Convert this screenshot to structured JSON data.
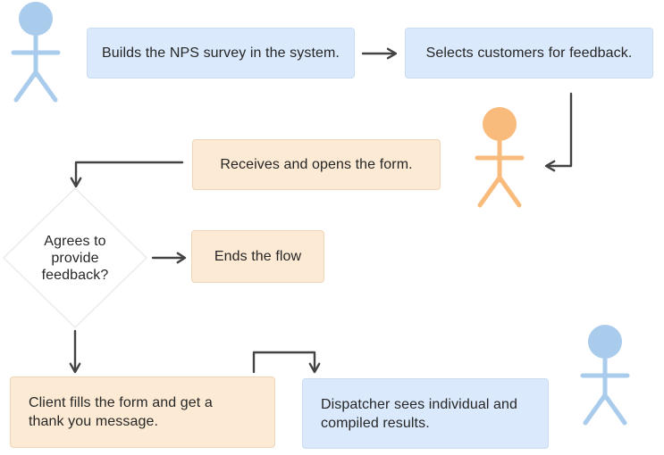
{
  "flowchart": {
    "nodes": {
      "build_survey": {
        "label": "Builds the NPS survey in the system.",
        "type": "process",
        "scheme": "blue"
      },
      "select_customers": {
        "label": "Selects customers for feedback.",
        "type": "process",
        "scheme": "blue"
      },
      "receive_form": {
        "label": "Receives and opens the form.",
        "type": "process",
        "scheme": "orange"
      },
      "decision": {
        "label": "Agrees to\nprovide\nfeedback?",
        "type": "decision",
        "scheme": "white"
      },
      "end_flow": {
        "label": "Ends the flow",
        "type": "process",
        "scheme": "orange"
      },
      "client_fills": {
        "label": "Client fills the form and get a\nthank you message.",
        "type": "process",
        "scheme": "orange"
      },
      "dispatcher_results": {
        "label": "Dispatcher sees individual and\ncompiled results.",
        "type": "process",
        "scheme": "blue"
      }
    },
    "actors": [
      {
        "name": "dispatcher-top-left",
        "scheme": "blue"
      },
      {
        "name": "client-middle",
        "scheme": "orange"
      },
      {
        "name": "dispatcher-bottom-right",
        "scheme": "blue"
      }
    ],
    "colors": {
      "blue_fill": "#DBE9FC",
      "blue_border": "#C9DCF2",
      "orange_fill": "#FCEAD4",
      "orange_border": "#EDD5B9",
      "decision_fill": "#FFFFFF",
      "decision_border": "#EBEBEB",
      "arrow": "#434343",
      "text": "#262626",
      "actor_blue": "#A9CBEC",
      "actor_orange": "#F9BB7B"
    }
  }
}
